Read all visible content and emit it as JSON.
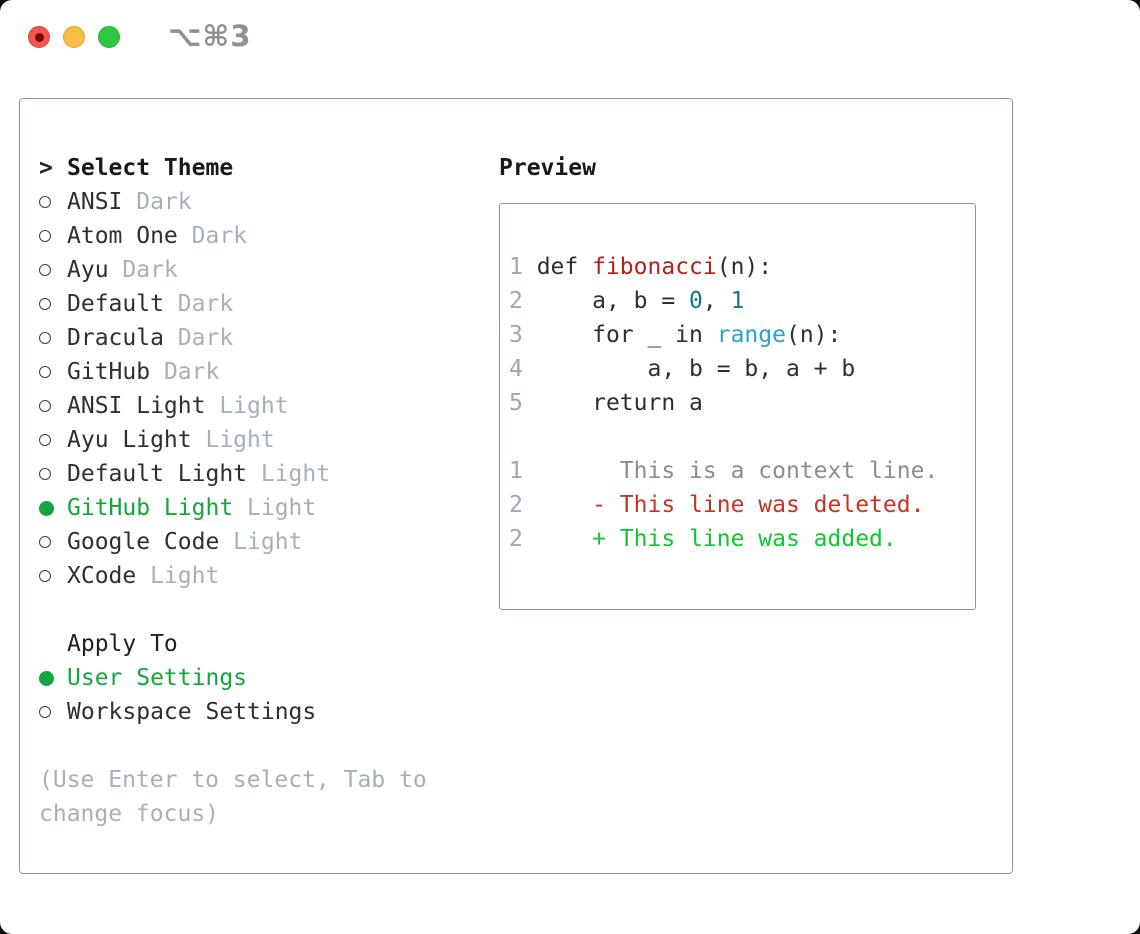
{
  "titlebar": {
    "shortcut": "⌥⌘3",
    "traffic_lights": [
      {
        "name": "close",
        "color": "#f4564c"
      },
      {
        "name": "minimize",
        "color": "#f8bd45"
      },
      {
        "name": "zoom",
        "color": "#2fc640"
      }
    ]
  },
  "theme_panel": {
    "prompt": ">",
    "title": "Select Theme",
    "items": [
      {
        "name": "ANSI",
        "variant": "Dark",
        "selected": false
      },
      {
        "name": "Atom One",
        "variant": "Dark",
        "selected": false
      },
      {
        "name": "Ayu",
        "variant": "Dark",
        "selected": false
      },
      {
        "name": "Default",
        "variant": "Dark",
        "selected": false
      },
      {
        "name": "Dracula",
        "variant": "Dark",
        "selected": false
      },
      {
        "name": "GitHub",
        "variant": "Dark",
        "selected": false
      },
      {
        "name": "ANSI Light",
        "variant": "Light",
        "selected": false
      },
      {
        "name": "Ayu Light",
        "variant": "Light",
        "selected": false
      },
      {
        "name": "Default Light",
        "variant": "Light",
        "selected": false
      },
      {
        "name": "GitHub Light",
        "variant": "Light",
        "selected": true
      },
      {
        "name": "Google Code",
        "variant": "Light",
        "selected": false
      },
      {
        "name": "XCode",
        "variant": "Light",
        "selected": false
      }
    ],
    "apply_to": {
      "title": "Apply To",
      "options": [
        {
          "name": "User Settings",
          "selected": true
        },
        {
          "name": "Workspace Settings",
          "selected": false
        }
      ]
    },
    "hint_line1": "(Use Enter to select, Tab to",
    "hint_line2": "change focus)"
  },
  "preview": {
    "title": "Preview",
    "lines": [
      {
        "name": "code-line-1",
        "tokens": [
          [
            "ln",
            "1"
          ],
          [
            "code",
            " def "
          ],
          [
            "fn",
            "fibonacci"
          ],
          [
            "code",
            "(n):"
          ]
        ]
      },
      {
        "name": "code-line-2",
        "tokens": [
          [
            "ln",
            "2"
          ],
          [
            "code",
            "     a, b = "
          ],
          [
            "num",
            "0"
          ],
          [
            "code",
            ", "
          ],
          [
            "num",
            "1"
          ]
        ]
      },
      {
        "name": "code-line-3",
        "tokens": [
          [
            "ln",
            "3"
          ],
          [
            "code",
            "     for _ in "
          ],
          [
            "bi",
            "range"
          ],
          [
            "code",
            "(n):"
          ]
        ]
      },
      {
        "name": "code-line-4",
        "tokens": [
          [
            "ln",
            "4"
          ],
          [
            "code",
            "         a, b = b, a + b"
          ]
        ]
      },
      {
        "name": "code-line-5",
        "tokens": [
          [
            "ln",
            "5"
          ],
          [
            "code",
            "     return a"
          ]
        ]
      },
      {
        "name": "blank-line",
        "tokens": []
      },
      {
        "name": "diff-context-line",
        "tokens": [
          [
            "ln",
            "1"
          ],
          [
            "ctx",
            "       This is a context line."
          ]
        ]
      },
      {
        "name": "diff-deleted-line",
        "tokens": [
          [
            "ln",
            "2"
          ],
          [
            "del",
            "     - This line was deleted."
          ]
        ]
      },
      {
        "name": "diff-added-line",
        "tokens": [
          [
            "ln",
            "2"
          ],
          [
            "add",
            "     + This line was added."
          ]
        ]
      }
    ]
  },
  "icons": {
    "radio_unselected": "○ (css ring)",
    "radio_selected": "● (css filled circle)"
  },
  "colors": {
    "selected_green": "#12a63c",
    "added_green": "#0fc82c",
    "deleted_red": "#c93321",
    "function_red": "#b2211d",
    "number_teal": "#0b7d81",
    "builtin_blue": "#2b9fd8",
    "muted_gray": "#a6b0bb",
    "line_number_gray": "#9ca7b3",
    "context_gray": "#878e95",
    "border_gray": "#8a97a5",
    "text_dark": "#2b3036",
    "traffic_red": "#f4564c",
    "traffic_yellow": "#f8bd45",
    "traffic_green": "#2fc640"
  }
}
